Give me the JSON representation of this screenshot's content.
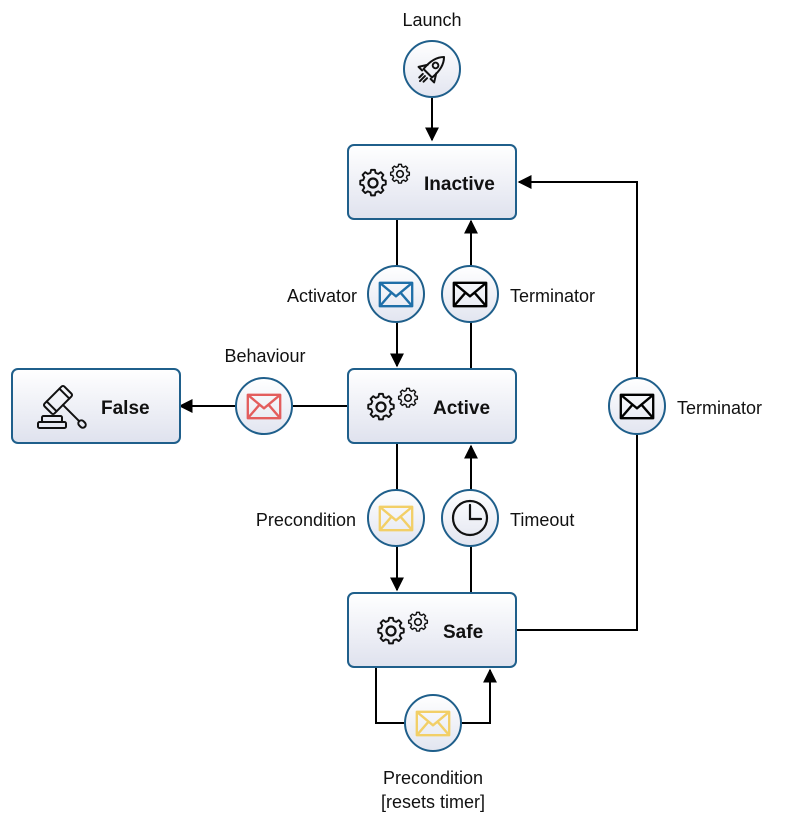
{
  "states": {
    "inactive": {
      "label": "Inactive",
      "icon": "gears-icon"
    },
    "active": {
      "label": "Active",
      "icon": "gears-icon"
    },
    "safe": {
      "label": "Safe",
      "icon": "gears-icon"
    },
    "false": {
      "label": "False",
      "icon": "gavel-icon"
    }
  },
  "events": {
    "launch": {
      "label": "Launch",
      "icon": "rocket-icon"
    },
    "activator": {
      "label": "Activator",
      "icon": "envelope-icon",
      "color": "#1f6fa8"
    },
    "terminator_left": {
      "label": "Terminator",
      "icon": "envelope-icon",
      "color": "#000000"
    },
    "behaviour": {
      "label": "Behaviour",
      "icon": "envelope-icon",
      "color": "#e35d5d"
    },
    "terminator_right": {
      "label": "Terminator",
      "icon": "envelope-icon",
      "color": "#000000"
    },
    "precondition": {
      "label": "Precondition",
      "icon": "envelope-icon",
      "color": "#f2cf67"
    },
    "timeout": {
      "label": "Timeout",
      "icon": "clock-icon"
    },
    "precondition_reset": {
      "label_line1": "Precondition",
      "label_line2": "[resets timer]",
      "icon": "envelope-icon",
      "color": "#f2cf67"
    }
  },
  "colors": {
    "border": "#1f5f8b",
    "box_fill_top": "#ffffff",
    "box_fill_bottom": "#dfe2ee"
  }
}
